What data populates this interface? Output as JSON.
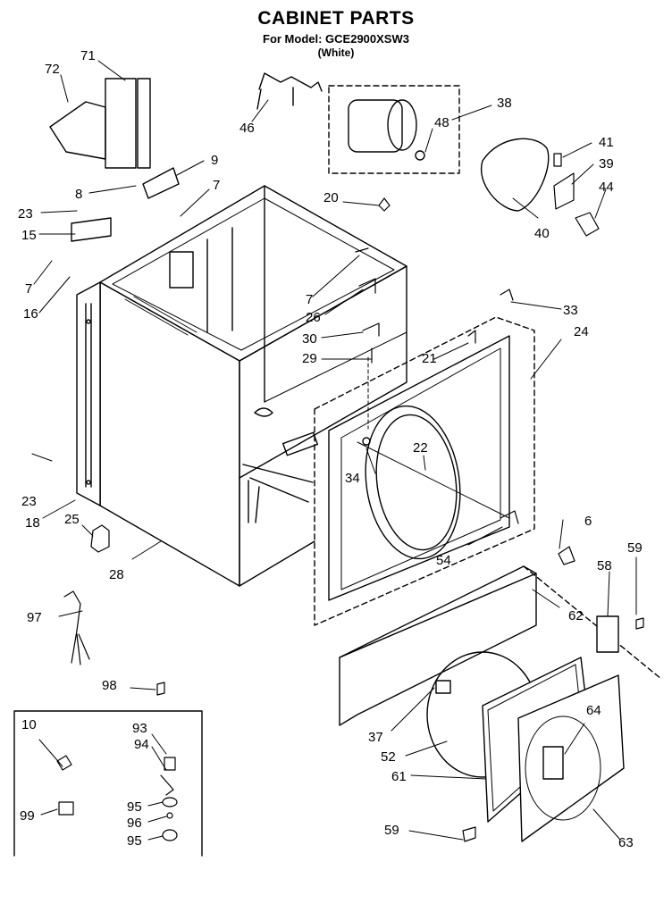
{
  "header": {
    "title": "CABINET PARTS",
    "model_line": "For Model: GCE2900XSW3",
    "color_line": "(White)"
  },
  "callouts": [
    {
      "id": "c71",
      "text": "71"
    },
    {
      "id": "c72",
      "text": "72"
    },
    {
      "id": "c9",
      "text": "9"
    },
    {
      "id": "c8",
      "text": "8"
    },
    {
      "id": "c7a",
      "text": "7"
    },
    {
      "id": "c23a",
      "text": "23"
    },
    {
      "id": "c15",
      "text": "15"
    },
    {
      "id": "c7b",
      "text": "7"
    },
    {
      "id": "c16",
      "text": "16"
    },
    {
      "id": "c46",
      "text": "46"
    },
    {
      "id": "c38",
      "text": "38"
    },
    {
      "id": "c48",
      "text": "48"
    },
    {
      "id": "c41",
      "text": "41"
    },
    {
      "id": "c39",
      "text": "39"
    },
    {
      "id": "c44",
      "text": "44"
    },
    {
      "id": "c40",
      "text": "40"
    },
    {
      "id": "c20",
      "text": "20"
    },
    {
      "id": "c7c",
      "text": "7"
    },
    {
      "id": "c26",
      "text": "26"
    },
    {
      "id": "c30",
      "text": "30"
    },
    {
      "id": "c29",
      "text": "29"
    },
    {
      "id": "c33",
      "text": "33"
    },
    {
      "id": "c24",
      "text": "24"
    },
    {
      "id": "c21",
      "text": "21"
    },
    {
      "id": "c22",
      "text": "22"
    },
    {
      "id": "c34",
      "text": "34"
    },
    {
      "id": "c23b",
      "text": "23"
    },
    {
      "id": "c18",
      "text": "18"
    },
    {
      "id": "c25",
      "text": "25"
    },
    {
      "id": "c28",
      "text": "28"
    },
    {
      "id": "c6",
      "text": "6"
    },
    {
      "id": "c59a",
      "text": "59"
    },
    {
      "id": "c58",
      "text": "58"
    },
    {
      "id": "c54",
      "text": "54"
    },
    {
      "id": "c62",
      "text": "62"
    },
    {
      "id": "c97",
      "text": "97"
    },
    {
      "id": "c98",
      "text": "98"
    },
    {
      "id": "c64",
      "text": "64"
    },
    {
      "id": "c37",
      "text": "37"
    },
    {
      "id": "c52",
      "text": "52"
    },
    {
      "id": "c61",
      "text": "61"
    },
    {
      "id": "c10",
      "text": "10"
    },
    {
      "id": "c93",
      "text": "93"
    },
    {
      "id": "c94",
      "text": "94"
    },
    {
      "id": "c99",
      "text": "99"
    },
    {
      "id": "c95a",
      "text": "95"
    },
    {
      "id": "c96",
      "text": "96"
    },
    {
      "id": "c95b",
      "text": "95"
    },
    {
      "id": "c59b",
      "text": "59"
    },
    {
      "id": "c63",
      "text": "63"
    }
  ]
}
